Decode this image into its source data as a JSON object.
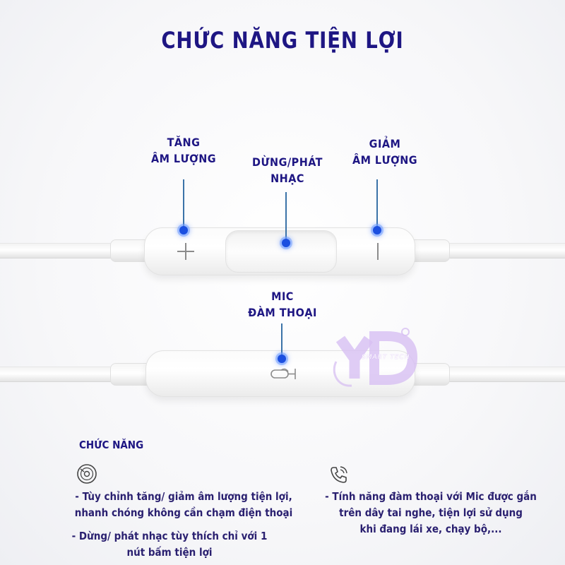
{
  "title": "CHỨC NĂNG TIỆN LỢI",
  "labels": {
    "volume_up": [
      "TĂNG",
      "ÂM LƯỢNG"
    ],
    "play_pause": [
      "DỪNG/PHÁT",
      "NHẠC"
    ],
    "volume_down": [
      "GIẢM",
      "ÂM LƯỢNG"
    ],
    "mic": [
      "MIC",
      "ĐÀM THOẠI"
    ]
  },
  "watermark": {
    "letters": "YD",
    "tagline": "SMART TECH"
  },
  "features": {
    "heading": "CHỨC NĂNG",
    "left": {
      "icon": "music-disc-icon",
      "item1": [
        "- Tùy chỉnh tăng/ giảm âm lượng tiện lợi,",
        "nhanh chóng không cần chạm điện thoại"
      ],
      "item2": [
        "- Dừng/ phát nhạc tùy thích chỉ với 1",
        "nút bấm tiện lợi"
      ]
    },
    "right": {
      "icon": "phone-call-icon",
      "item1": [
        "- Tính năng đàm thoại với Mic được gắn",
        "trên dây tai nghe, tiện lợi sử dụng",
        "khi đang lái xe, chạy bộ,..."
      ]
    }
  },
  "colors": {
    "heading": "#1e1683",
    "marker": "#1b4fe0",
    "leader_line": "#3b73a8",
    "watermark": "#c9a6ee"
  }
}
